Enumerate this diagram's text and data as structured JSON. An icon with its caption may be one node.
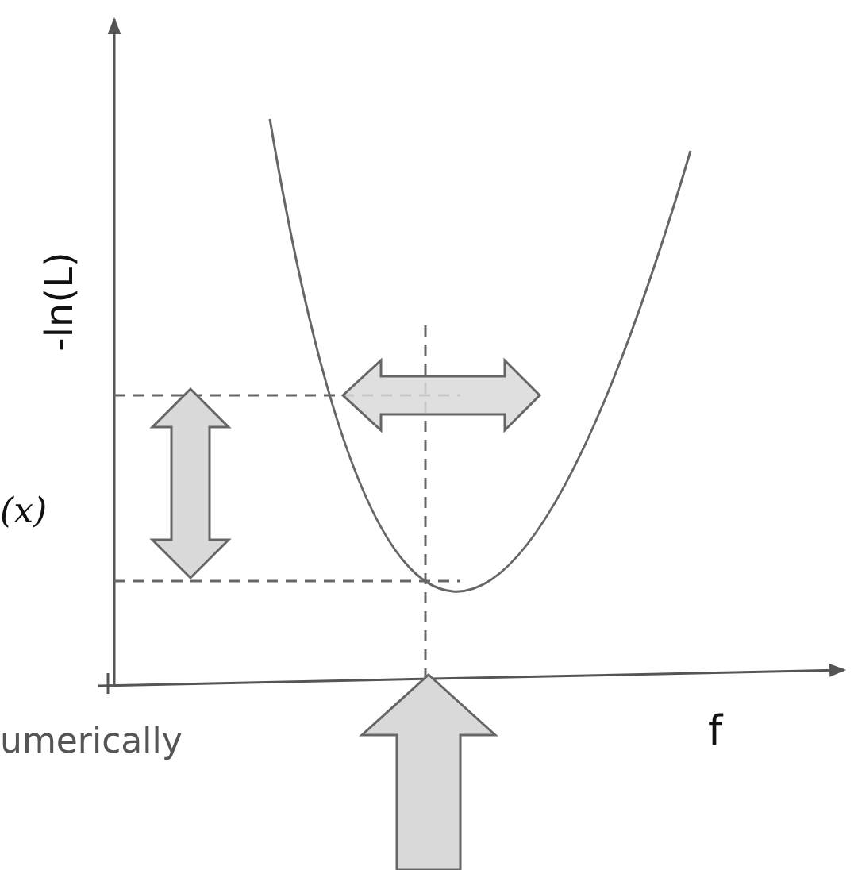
{
  "diagram": {
    "labels": [
      "-ln(L)",
      "(x)",
      "f",
      "umerically"
    ]
  }
}
